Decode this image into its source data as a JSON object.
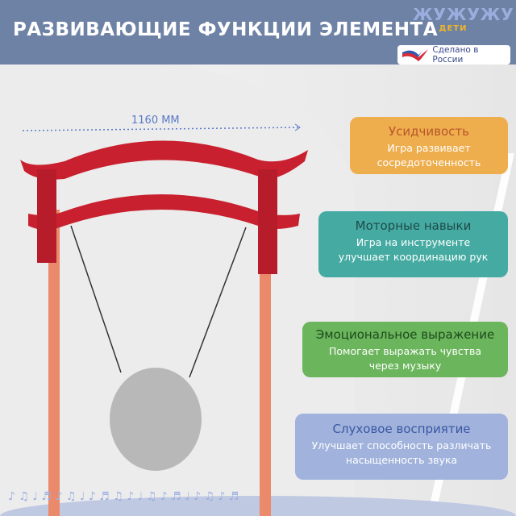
{
  "header": {
    "title": "РАЗВИВАЮЩИЕ ФУНКЦИИ ЭЛЕМЕНТА",
    "logo_word": "ЖУЖУЖУ",
    "logo_sub": "ДЕТИ",
    "made_in": "Сделано в России"
  },
  "dimension": "1160 ММ",
  "cards": [
    {
      "title": "Усидчивость",
      "text": "Игра развивает сосредоточенность",
      "color": "#eeae4e"
    },
    {
      "title": "Моторные навыки",
      "text": "Игра на инструменте улучшает координацию рук",
      "color": "#45aba2"
    },
    {
      "title": "Эмоциональное выражение",
      "text": "Помогает выражать чувства через музыку",
      "color": "#6bb55c"
    },
    {
      "title": "Слуховое восприятие",
      "text": "Улучшает способность различать насыщенность звука",
      "color": "#a1b3dc"
    }
  ]
}
